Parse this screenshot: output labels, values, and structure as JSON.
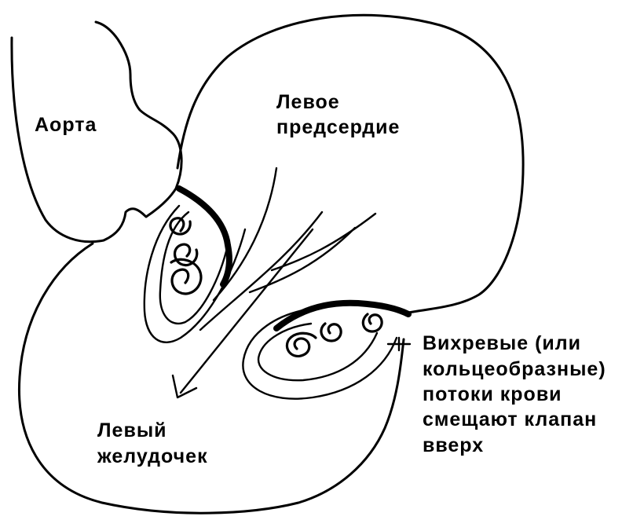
{
  "labels": {
    "aorta": "Аорта",
    "left_atrium": [
      "Левое",
      "предсердие"
    ],
    "left_ventricle": [
      "Левый",
      "желудочек"
    ],
    "vortex_note": [
      "Вихревые (или",
      "кольцеобразные)",
      "потоки крови",
      "смещают клапан",
      "вверх"
    ]
  },
  "colors": {
    "ink": "#000000",
    "background": "#ffffff"
  }
}
